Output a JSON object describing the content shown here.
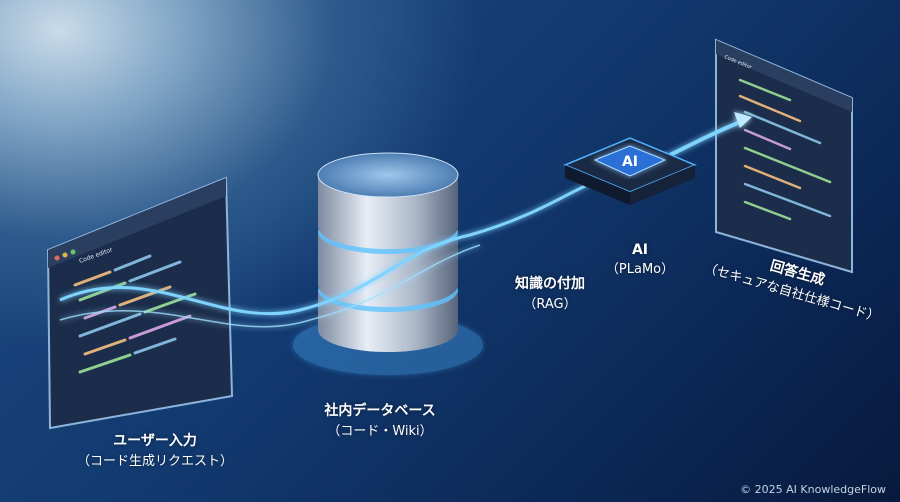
{
  "labels": {
    "user_input": {
      "title": "ユーザー入力",
      "sub": "（コード生成リクエスト）"
    },
    "database": {
      "title": "社内データベース",
      "sub": "（コード・Wiki）"
    },
    "rag": {
      "title": "知識の付加",
      "sub": "（RAG）"
    },
    "ai": {
      "title": "AI",
      "sub": "（PLaMo）"
    },
    "answer": {
      "title": "回答生成",
      "sub": "（セキュアな自社仕様コード）"
    }
  },
  "left_editor": {
    "tab": "Code editor"
  },
  "right_editor": {
    "tab": "Code editor"
  },
  "chip": {
    "text": "AI"
  },
  "copyright": "© 2025 AI KnowledgeFlow",
  "colors": {
    "flow": "#7fd3ff",
    "background": "#123a70",
    "chip": "#2a6fd6"
  }
}
